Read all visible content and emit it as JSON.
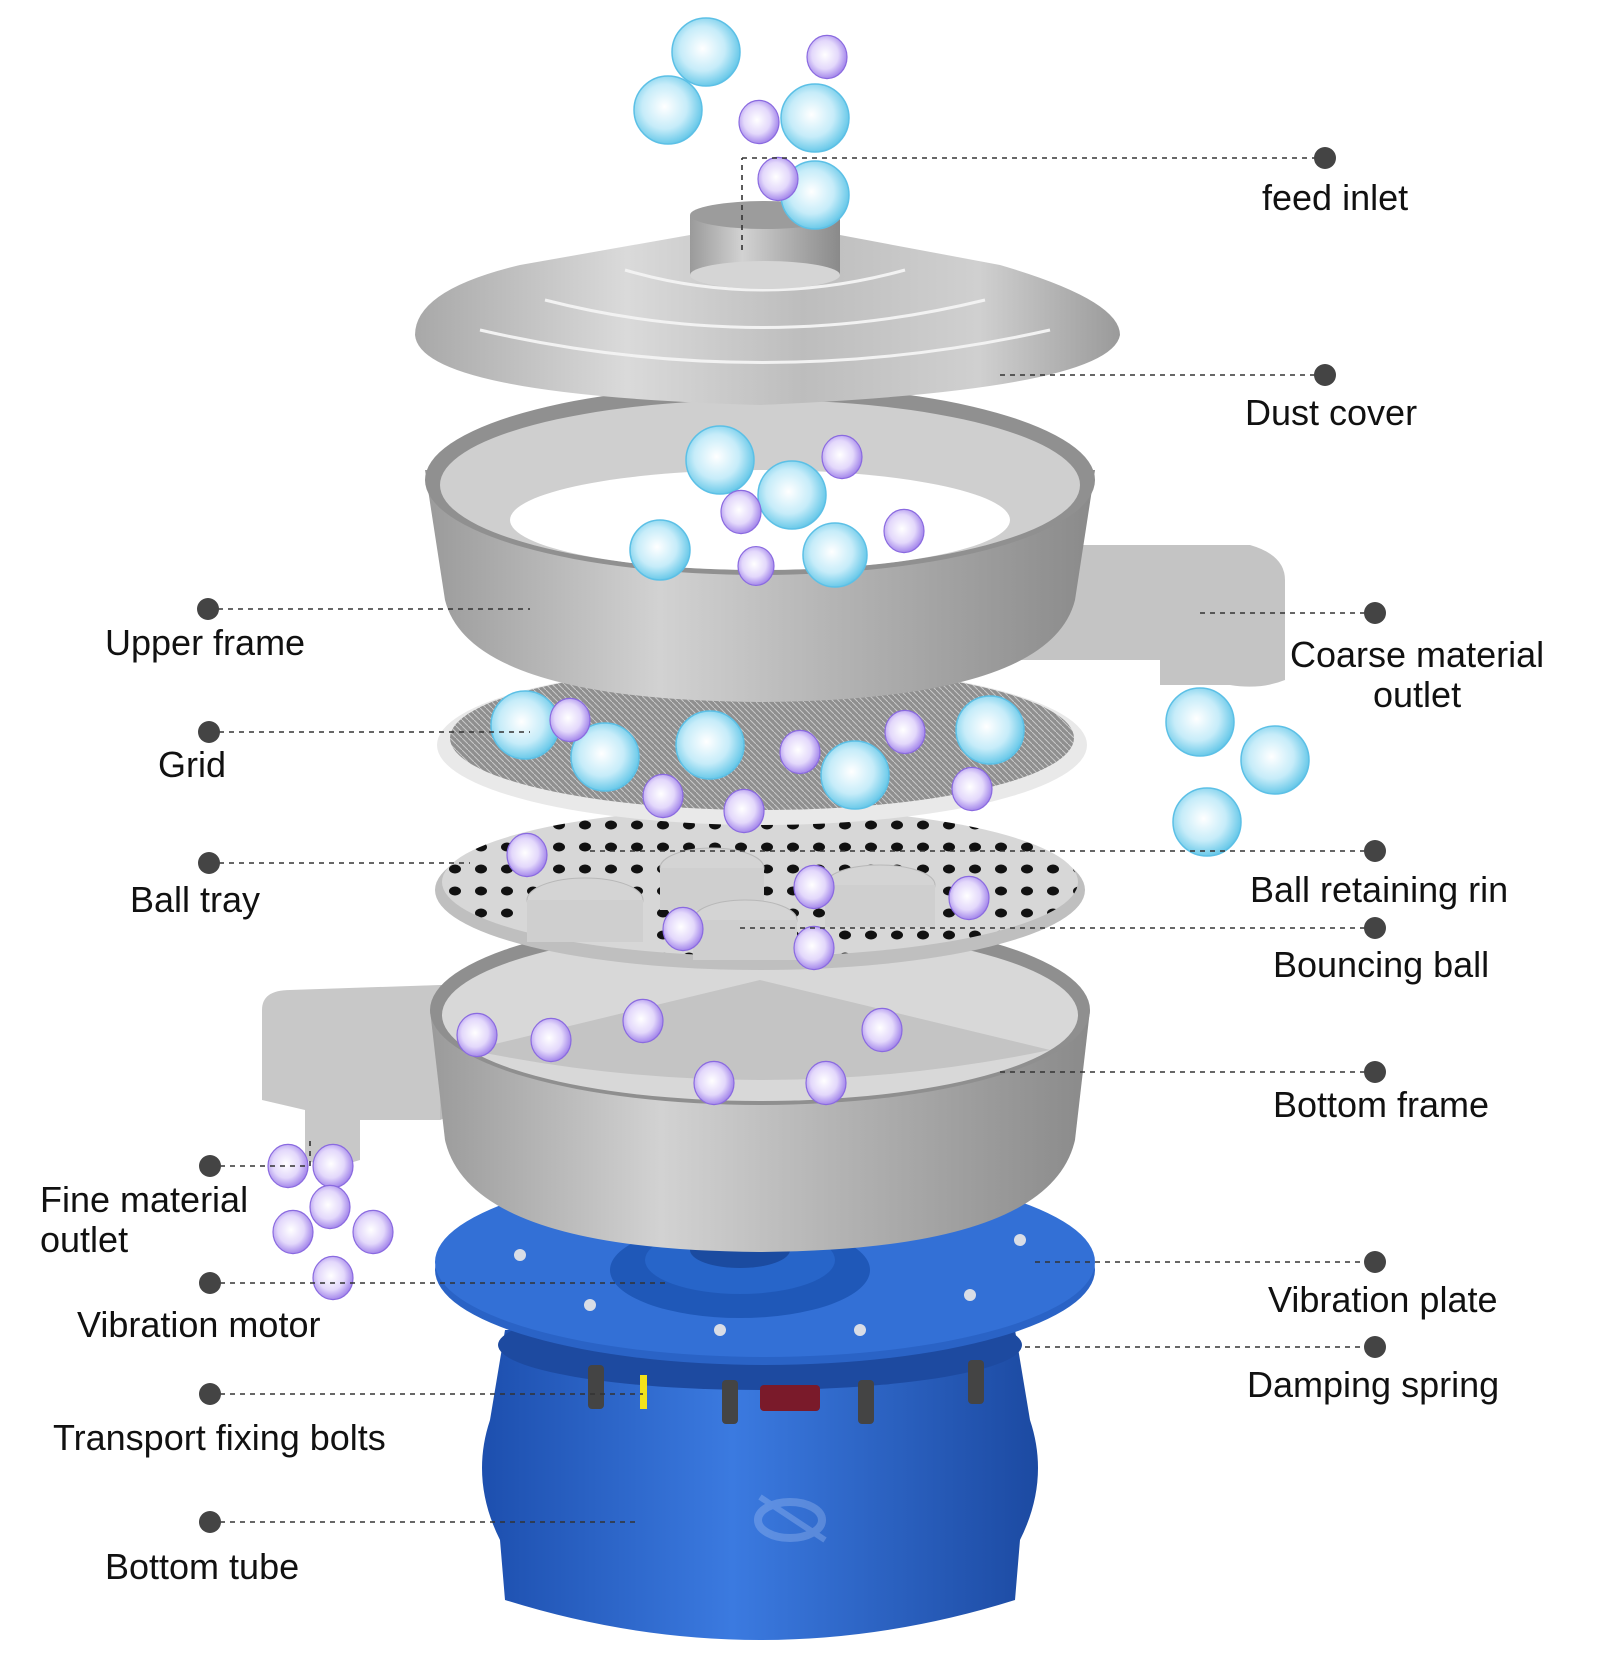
{
  "diagram": {
    "title": "Rotary vibrating sieve exploded view",
    "colors": {
      "steel": "#b9b9b9",
      "steel_dark": "#8e8e8e",
      "steel_light": "#e4e4e4",
      "base_blue": "#2a66c9",
      "base_blue_dark": "#1b4aa0",
      "coarse_particle": "#7fd3ef",
      "fine_particle": "#b49cf0",
      "leader_dot": "#444444",
      "leader_line": "#333333",
      "label_text": "#111111",
      "bolt_marker": "#f2e21a"
    },
    "labels": {
      "feed_inlet": "feed inlet",
      "dust_cover": "Dust cover",
      "upper_frame": "Upper frame",
      "coarse_material_outlet": "Coarse material\noutlet",
      "grid": "Grid",
      "ball_tray": "Ball tray",
      "ball_retaining_ring": "Ball retaining rin",
      "bouncing_ball": "Bouncing ball",
      "bottom_frame": "Bottom frame",
      "fine_material_outlet": "Fine material\noutlet",
      "vibration_plate": "Vibration plate",
      "vibration_motor": "Vibration motor",
      "damping_spring": "Damping spring",
      "transport_fixing_bolts": "Transport fixing bolts",
      "bottom_tube": "Bottom tube"
    },
    "legend": {
      "coarse_particles": "coarse-particle-icon",
      "fine_particles": "fine-particle-icon"
    }
  }
}
